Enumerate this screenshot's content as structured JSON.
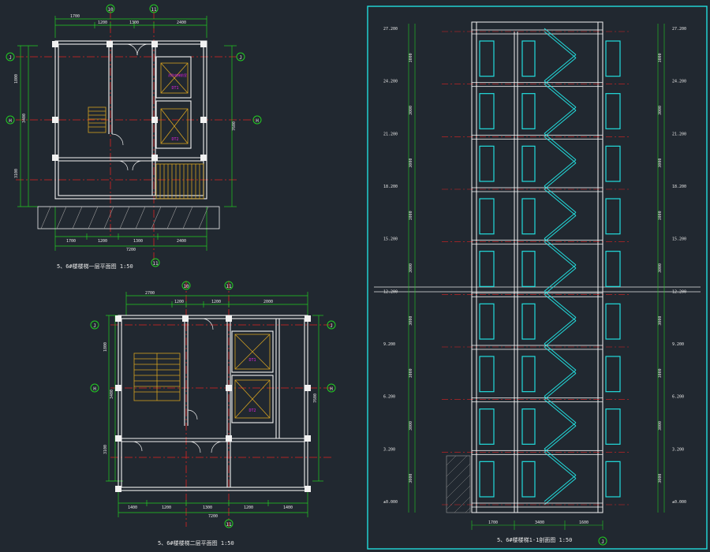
{
  "colors": {
    "background": "#212830",
    "wall": "#f2f2f2",
    "dim": "#22cc22",
    "axis": "#dd2222",
    "window": "#22dddd",
    "stair": "#d4a020",
    "tag": "#dd22dd",
    "frame": "#22dddd",
    "text": "#e6e6e6"
  },
  "plan_top": {
    "title": "5、6#楼楼梯一层平面图  1:50",
    "axis_top": [
      "10",
      "11"
    ],
    "axis_bottom": "11",
    "axis_left": [
      "J",
      "H"
    ],
    "axis_right": [
      "J",
      "H"
    ],
    "dims_top": [
      "1700",
      "1200",
      "1300",
      "2400"
    ],
    "dims_bottom": [
      "1700",
      "1200",
      "1300",
      "2400"
    ],
    "dims_bottom_total": "7200",
    "dim_left": [
      "1800",
      "3400",
      "3100"
    ],
    "dim_right": "7600",
    "tags": [
      "消防电梯前室",
      "DT1",
      "DT2"
    ]
  },
  "plan_bottom": {
    "title": "5、6#楼楼梯二层平面图  1:50",
    "axis_top": [
      "10",
      "11"
    ],
    "axis_bottom": "11",
    "axis_left": [
      "J",
      "H"
    ],
    "axis_right": [
      "J",
      "H"
    ],
    "dims_top": [
      "2700",
      "1200",
      "1200",
      "2000"
    ],
    "dims_bottom": [
      "1400",
      "1200",
      "1300",
      "1200",
      "1400"
    ],
    "dims_bottom_total": "7200",
    "dim_left": [
      "1800",
      "3400",
      "3100"
    ],
    "dim_right": "7600",
    "tags": [
      "DT1",
      "DT2"
    ]
  },
  "section": {
    "title": "5、6#楼楼梯1-1剖面图  1:50",
    "axis_bottom": "J",
    "dims_bottom": [
      "1700",
      "3400",
      "1600"
    ],
    "floor_levels": [
      "27.200",
      "24.200",
      "21.200",
      "18.200",
      "15.200",
      "12.200",
      "9.200",
      "6.200",
      "3.200",
      "±0.000"
    ],
    "storey_height": "3000"
  }
}
